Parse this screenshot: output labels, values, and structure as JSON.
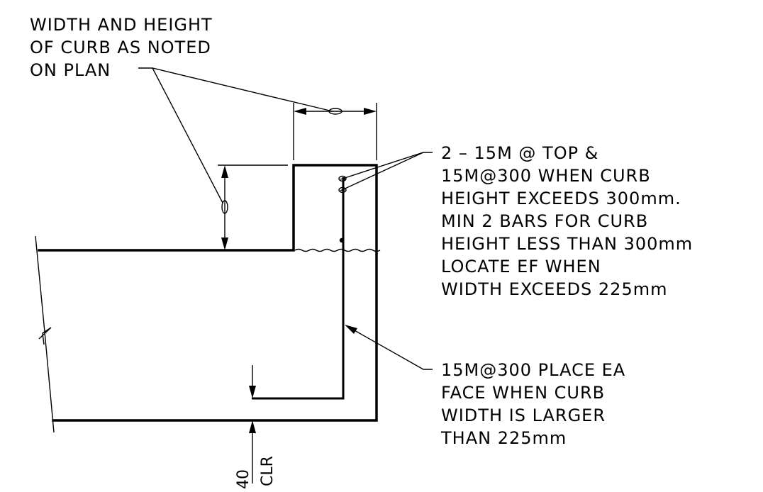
{
  "notes": {
    "curb_size": [
      "WIDTH AND HEIGHT",
      "OF CURB AS NOTED",
      "ON PLAN"
    ],
    "top_bars": [
      "2 – 15M @ TOP &",
      "15M@300 WHEN CURB",
      "HEIGHT EXCEEDS 300mm.",
      "MIN 2 BARS FOR CURB",
      "HEIGHT LESS THAN 300mm",
      "LOCATE EF WHEN",
      "WIDTH EXCEEDS 225mm"
    ],
    "face_bars": [
      "15M@300 PLACE EA",
      "FACE WHEN CURB",
      "WIDTH IS LARGER",
      "THAN 225mm"
    ]
  },
  "cover": {
    "value": "40",
    "label": "CLR"
  }
}
